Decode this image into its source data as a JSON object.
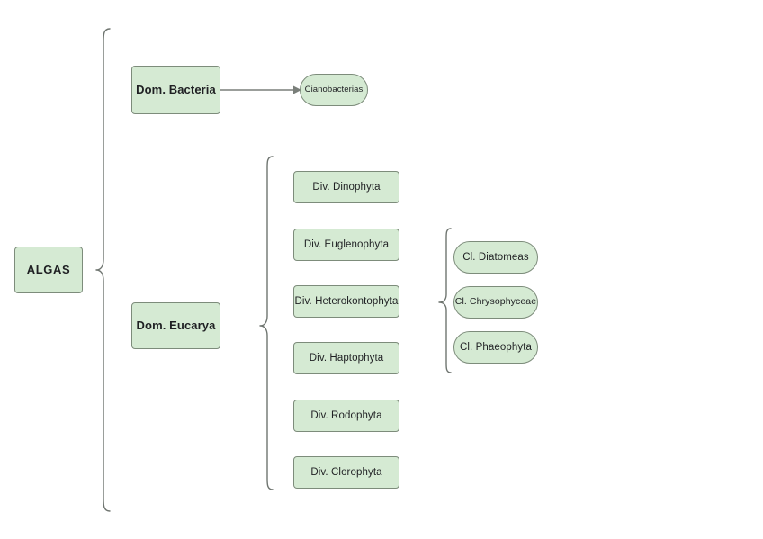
{
  "diagram": {
    "title": "ALGAS",
    "type": "taxonomy-tree",
    "background_color": "#ffffff",
    "node_fill_color": "#d5ead3",
    "node_border_color": "#7d8c7b",
    "connector_color": "#7a7f7a",
    "brace_color": "#6f7570"
  },
  "root": {
    "label": "ALGAS",
    "shape": "rect"
  },
  "domains": [
    {
      "label": "Dom. Bacteria",
      "shape": "rect"
    },
    {
      "label": "Dom. Eucarya",
      "shape": "rect"
    }
  ],
  "bacteria_children": [
    {
      "label": "Cianobacterias",
      "shape": "pill"
    }
  ],
  "divisions": [
    {
      "label": "Div. Dinophyta",
      "shape": "rect"
    },
    {
      "label": "Div. Euglenophyta",
      "shape": "rect"
    },
    {
      "label": "Div. Heterokontophyta",
      "shape": "rect"
    },
    {
      "label": "Div. Haptophyta",
      "shape": "rect"
    },
    {
      "label": "Div. Rodophyta",
      "shape": "rect"
    },
    {
      "label": "Div. Clorophyta",
      "shape": "rect"
    }
  ],
  "classes": [
    {
      "label": "Cl. Diatomeas",
      "shape": "pill"
    },
    {
      "label": "Cl. Chrysophyceae",
      "shape": "pill"
    },
    {
      "label": "Cl. Phaeophyta",
      "shape": "pill"
    }
  ]
}
